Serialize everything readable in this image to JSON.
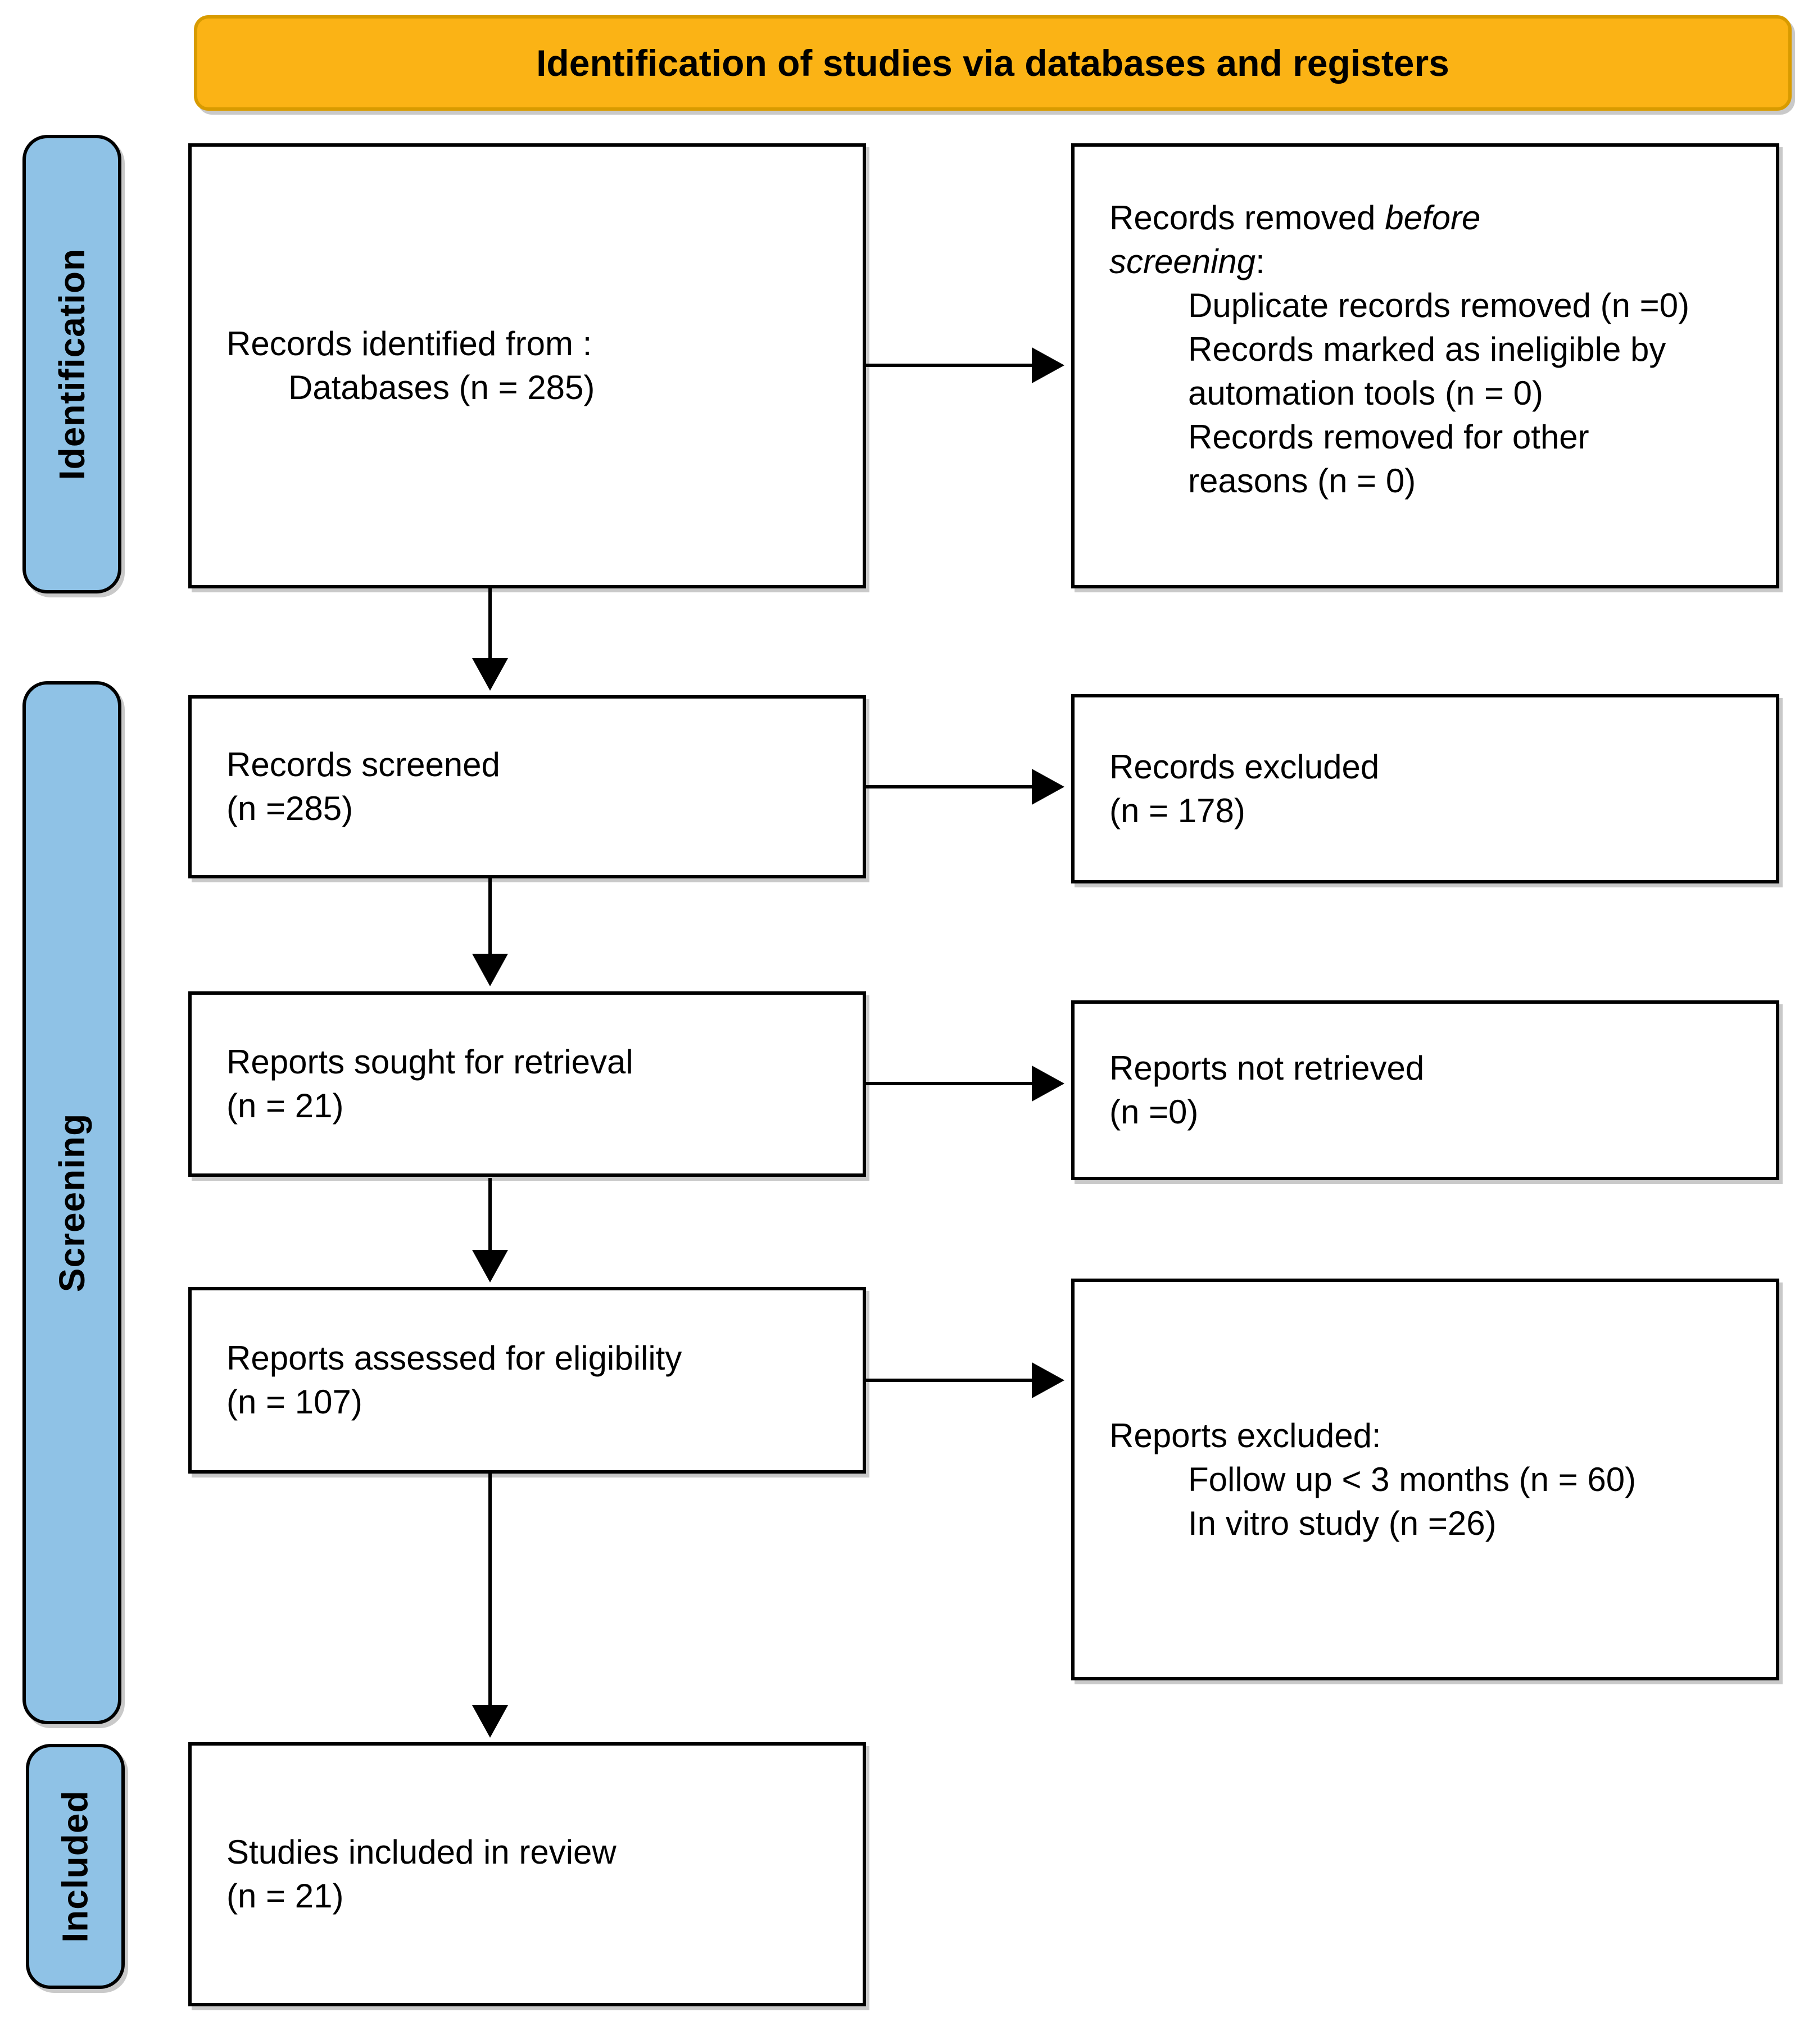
{
  "banner": {
    "title": "Identification of studies via databases and registers"
  },
  "stages": {
    "identification": "Identification",
    "screening": "Screening",
    "included": "Included"
  },
  "colors": {
    "banner_bg": "#FBB315",
    "banner_border": "#D89B00",
    "stage_bg": "#8FC2E6",
    "box_border": "#000000"
  },
  "boxes": {
    "identified": {
      "line1": "Records identified from :",
      "line2": "Databases (n = 285)"
    },
    "removed": {
      "lead_plain": "Records removed ",
      "lead_italic": "before screening",
      "lead_colon": ":",
      "items": [
        "Duplicate records removed (n =0)",
        "Records marked as ineligible by automation tools (n = 0)",
        "Records removed for other reasons (n = 0)"
      ]
    },
    "screened": {
      "line1": "Records screened",
      "line2": "(n =285)"
    },
    "records_excluded": {
      "line1": "Records excluded",
      "line2": "(n = 178)"
    },
    "sought": {
      "line1": "Reports sought for retrieval",
      "line2": "(n = 21)"
    },
    "not_retrieved": {
      "line1": "Reports not retrieved",
      "line2": "(n =0)"
    },
    "assessed": {
      "line1": "Reports assessed for eligibility",
      "line2": "(n = 107)"
    },
    "reports_excluded": {
      "lead": "Reports excluded:",
      "items": [
        "Follow up < 3 months (n = 60)",
        "In vitro study (n =26)"
      ]
    },
    "included_review": {
      "line1": "Studies included in review",
      "line2": "(n = 21)"
    }
  }
}
